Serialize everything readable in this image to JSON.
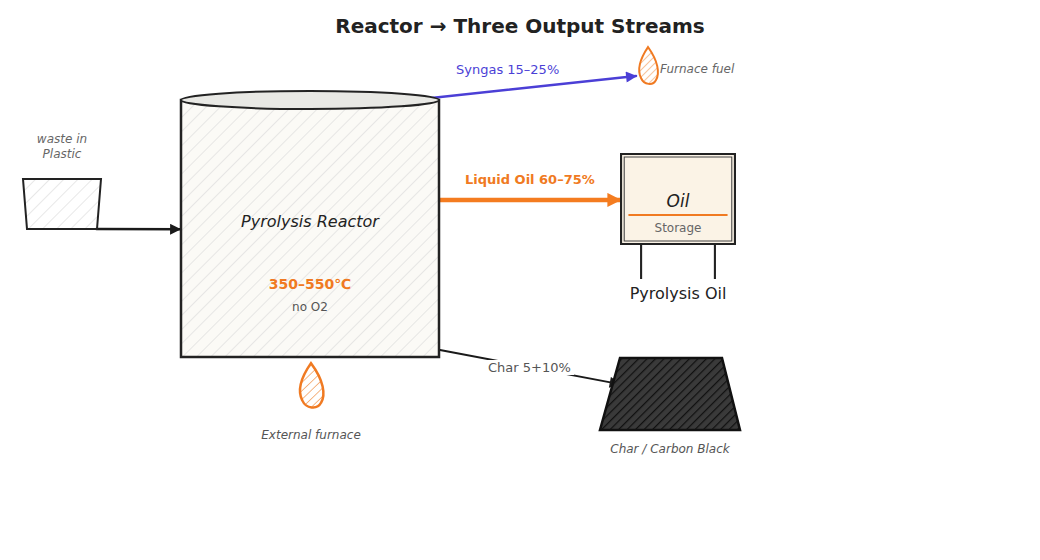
{
  "diagram": {
    "title": "Reactor → Three Output Streams",
    "nodes": [
      {
        "text": [
          "waste in Plastic"
        ]
      },
      {
        "text": [
          "Pyrolysis Reactor",
          "350–550℃",
          "no O2"
        ]
      },
      {
        "text": [
          "Furnace fuel"
        ]
      },
      {
        "text": [
          "Oil",
          "Storage",
          "Pyrolysis Oil"
        ]
      },
      {
        "text": [
          "Char / Carbon Black"
        ]
      },
      {
        "text": [
          "External furnace"
        ]
      }
    ],
    "edges": [
      {
        "from": 0,
        "to": 1,
        "arrow": "to"
      },
      {
        "from": 1,
        "to": 2,
        "label": "Syngas 15–25%",
        "arrow": "to"
      },
      {
        "from": 1,
        "to": 3,
        "label": "Liquid Oil 60–75%",
        "arrow": "to"
      },
      {
        "from": 1,
        "to": 4,
        "label": "Char 5+10%",
        "arrow": "to"
      }
    ]
  }
}
